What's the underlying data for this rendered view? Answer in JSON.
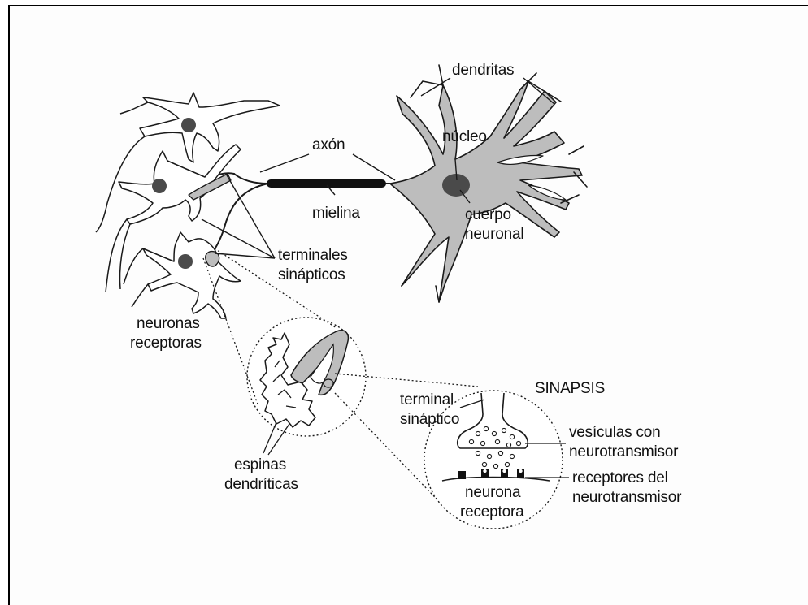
{
  "labels": {
    "dendritas": "dendritas",
    "axon": "axón",
    "nucleo": "núcleo",
    "mielina": "mielina",
    "cuerpo_neuronal_1": "cuerpo",
    "cuerpo_neuronal_2": "neuronal",
    "terminales_1": "terminales",
    "terminales_2": "sinápticos",
    "neuronas_1": "neuronas",
    "neuronas_2": "receptoras",
    "sinapsis": "SINAPSIS",
    "terminal_1": "terminal",
    "terminal_2": "sináptico",
    "vesiculas_1": "vesículas con",
    "vesiculas_2": "neurotransmisor",
    "receptores_1": "receptores del",
    "receptores_2": "neurotransmisor",
    "espinas_1": "espinas",
    "espinas_2": "dendríticas",
    "neurona_receptora_1": "neurona",
    "neurona_receptora_2": "receptora"
  },
  "colors": {
    "cell_fill": "#bdbdbd",
    "nucleus": "#4a4a4a",
    "outline": "#1a1a1a",
    "myelin": "#111111"
  }
}
